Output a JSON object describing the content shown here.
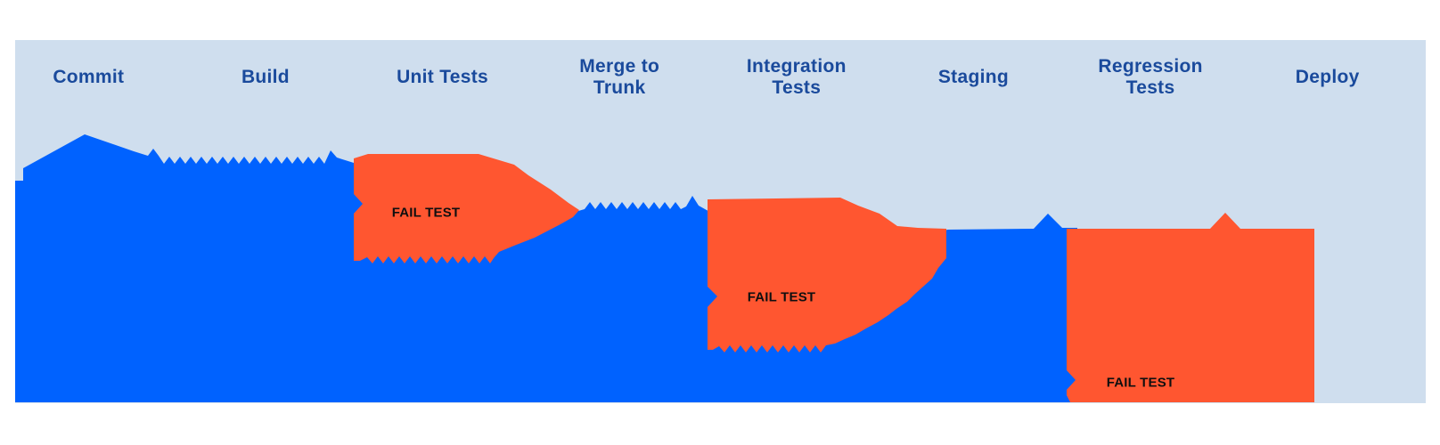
{
  "diagram": {
    "title": "deployment-pipeline-flow",
    "stages": [
      {
        "label": "Commit"
      },
      {
        "label": "Build"
      },
      {
        "label": "Unit Tests"
      },
      {
        "label": "Merge to\nTrunk"
      },
      {
        "label": "Integration\nTests"
      },
      {
        "label": "Staging"
      },
      {
        "label": "Regression\nTests"
      },
      {
        "label": "Deploy"
      }
    ],
    "fail_markers": [
      {
        "label": "FAIL TEST",
        "stage": "Unit Tests"
      },
      {
        "label": "FAIL TEST",
        "stage": "Integration Tests"
      },
      {
        "label": "FAIL TEST",
        "stage": "Regression Tests"
      }
    ],
    "colors": {
      "background": "#ffffff",
      "panel": "#cfdeee",
      "flow": "#0062ff",
      "fail": "#ff5630",
      "stage_text": "#1a4a9c",
      "fail_text": "#0f0f0f"
    }
  }
}
